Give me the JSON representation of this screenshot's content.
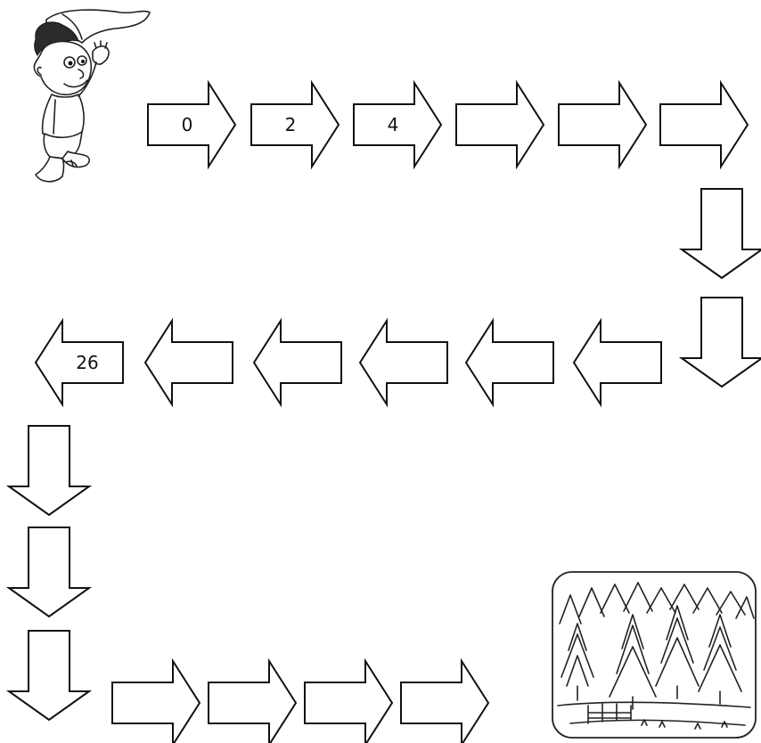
{
  "worksheet": {
    "path_arrows": [
      {
        "direction": "right",
        "value": "0"
      },
      {
        "direction": "right",
        "value": "2"
      },
      {
        "direction": "right",
        "value": "4"
      },
      {
        "direction": "right",
        "value": ""
      },
      {
        "direction": "right",
        "value": ""
      },
      {
        "direction": "right",
        "value": ""
      },
      {
        "direction": "down",
        "value": ""
      },
      {
        "direction": "down",
        "value": ""
      },
      {
        "direction": "left",
        "value": ""
      },
      {
        "direction": "left",
        "value": ""
      },
      {
        "direction": "left",
        "value": ""
      },
      {
        "direction": "left",
        "value": ""
      },
      {
        "direction": "left",
        "value": ""
      },
      {
        "direction": "left",
        "value": "26"
      },
      {
        "direction": "down",
        "value": ""
      },
      {
        "direction": "down",
        "value": ""
      },
      {
        "direction": "down",
        "value": ""
      },
      {
        "direction": "right",
        "value": ""
      },
      {
        "direction": "right",
        "value": ""
      },
      {
        "direction": "right",
        "value": ""
      },
      {
        "direction": "right",
        "value": ""
      }
    ],
    "start_picture": "boy-character-icon",
    "end_picture": "forest-scene-icon",
    "colors": {
      "line": "#111111",
      "fill": "#ffffff",
      "background": "#ffffff"
    }
  }
}
